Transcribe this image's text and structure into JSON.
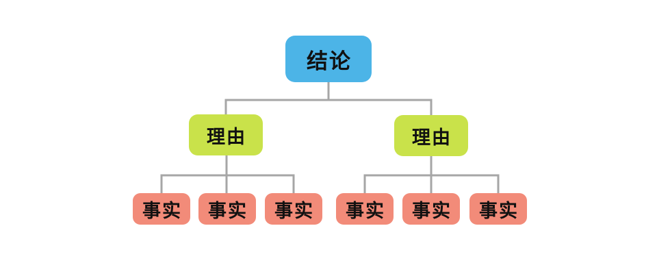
{
  "colors": {
    "background": "#ffffff",
    "conclusion-fill": "#4cb4e7",
    "reason-fill": "#c9e24a",
    "fact-fill": "#f28b79",
    "connector": "#a6a6a6",
    "text": "#111111"
  },
  "diagram": {
    "root": {
      "label": "结论"
    },
    "reasons": [
      {
        "label": "理由"
      },
      {
        "label": "理由"
      }
    ],
    "facts": [
      {
        "label": "事实"
      },
      {
        "label": "事实"
      },
      {
        "label": "事实"
      },
      {
        "label": "事实"
      },
      {
        "label": "事实"
      },
      {
        "label": "事实"
      }
    ]
  }
}
